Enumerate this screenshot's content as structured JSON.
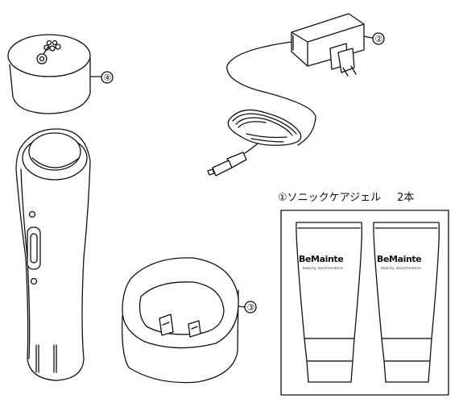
{
  "callouts": {
    "gel": "①",
    "adapter": "②",
    "stand": "③",
    "cap": "④"
  },
  "gel_set": {
    "title": "ソニックケアジェル",
    "count": "2本",
    "tubes": [
      {
        "brand": "BeMainte",
        "subtitle": "beauty maintenance"
      },
      {
        "brand": "BeMainte",
        "subtitle": "beauty maintenance"
      }
    ]
  }
}
